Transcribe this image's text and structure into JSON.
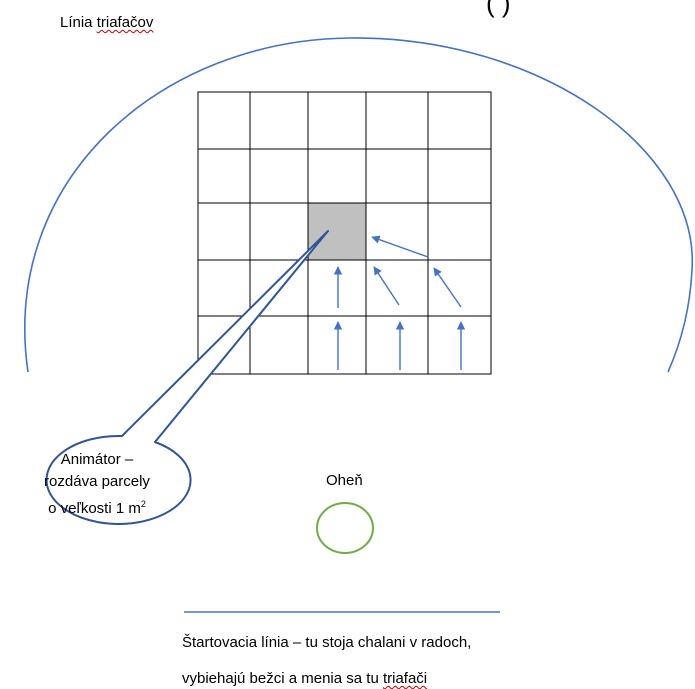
{
  "labels": {
    "title": "Línia triafačov",
    "fire": "Oheň",
    "start_line_1": "Štartovacia línia – tu stoja chalani v radoch,",
    "start_line_2_prefix": "vybiehajú bežci a menia sa tu ",
    "start_line_2_word": "triafači",
    "bubble_line_1": "Animátor –",
    "bubble_line_2": "rozdáva parcely",
    "bubble_line_3_prefix": "o veľkosti 1 m",
    "bubble_line_3_sup": "2",
    "top_right_fragment": "( )"
  },
  "grid": {
    "rows": 5,
    "cols": 5,
    "highlight": {
      "row": 2,
      "col": 2
    }
  },
  "colors": {
    "arc": "#4472c4",
    "arrow": "#4472c4",
    "grid": "#000000",
    "highlight": "#c0c0c0",
    "fire_circle": "#70ad47",
    "start_line": "#4472c4",
    "bubble_border": "#2f5597"
  }
}
